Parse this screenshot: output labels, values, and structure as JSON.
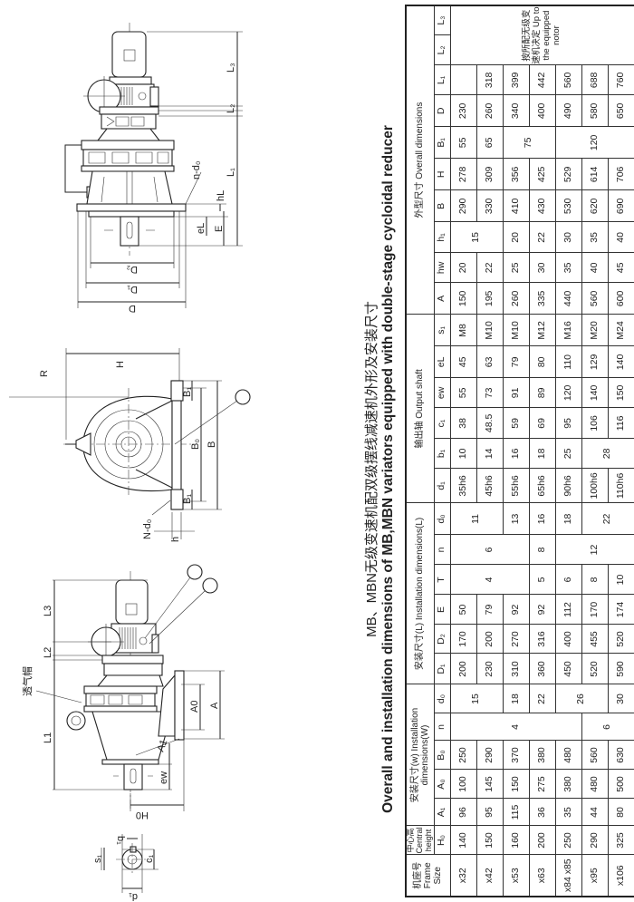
{
  "title": {
    "cn": "MB、MBN无级变速机配双级摆线减速机外形及安装尺寸",
    "en": "Overall and installation dimensions of MB,MBN variators equipped with double-stage cycloidal reducer"
  },
  "drawings": {
    "front_view": {
      "L3": "L₃",
      "L2": "L₂",
      "L1": "L₁",
      "hL": "hL",
      "E": "E",
      "eL": "eL",
      "nd0": "n-d₀",
      "D2": "D₂",
      "D1": "D₁",
      "D": "D"
    },
    "side_view": {
      "H": "H",
      "R": "R",
      "B1a": "B₁",
      "B0": "B₀",
      "B": "B",
      "B1b": "B₁",
      "Nd0": "N-d₀",
      "h": "h"
    },
    "horizontal_view": {
      "L3": "L3",
      "L2": "L2",
      "L1": "L1",
      "A0": "A0",
      "A": "A",
      "A1": "A1",
      "ew": "ew",
      "H0": "H0",
      "breather": "透气帽"
    },
    "shaft_section": {
      "s1": "s₁",
      "b1": "b₁",
      "c1": "c₁",
      "d1": "d₁"
    }
  },
  "table": {
    "groups": {
      "frame": "机座号 Frame Size",
      "central": "中心高 Central height",
      "install_w": "安装尺寸(w) Installation dimensions(W)",
      "install_l": "安装尺寸(L) Installation dimensions(L)",
      "output": "输出轴 Output shaft",
      "overall": "外型尺寸 Overall dimensions"
    },
    "columns": [
      "H₀",
      "A₁",
      "A₀",
      "B₀",
      "n",
      "d₀",
      "D₁",
      "D₂",
      "E",
      "T",
      "n",
      "d₀",
      "d₁",
      "b₁",
      "c₁",
      "ew",
      "eL",
      "s₁",
      "A",
      "hw",
      "h₁",
      "B",
      "H",
      "B₁",
      "D",
      "L₁",
      "L₂",
      "L₃"
    ],
    "rows": [
      {
        "cells": [
          "x32",
          "140",
          "96",
          "100",
          "250",
          {
            "v": "4",
            "rs": 5
          },
          {
            "v": "15",
            "rs": 2
          },
          "200",
          "170",
          "50",
          {
            "v": "4",
            "rs": 3
          },
          {
            "v": "6",
            "rs": 3
          },
          {
            "v": "11",
            "rs": 2
          },
          "35h6",
          "10",
          "38",
          "55",
          "45",
          "M8",
          "150",
          "20",
          {
            "v": "15",
            "rs": 2
          },
          "290",
          "278",
          "55",
          "230",
          "",
          {
            "v": "按所配无级变速机决定 Up to the equipped notor",
            "rs": 7,
            "cs": 2
          }
        ]
      },
      {
        "cells": [
          "x42",
          "150",
          "95",
          "145",
          "290",
          "230",
          "200",
          "79",
          "45h6",
          "14",
          "48.5",
          "73",
          "63",
          "M10",
          "195",
          "22",
          "330",
          "309",
          "65",
          "260",
          "318"
        ]
      },
      {
        "cells": [
          "x53",
          "160",
          "115",
          "150",
          "370",
          "18",
          "310",
          "270",
          "92",
          "13",
          "55h6",
          "16",
          "59",
          "91",
          "79",
          "M10",
          "260",
          "25",
          "20",
          "410",
          "356",
          {
            "v": "75",
            "rs": 2
          },
          "340",
          "399"
        ]
      },
      {
        "cells": [
          "x63",
          "200",
          "36",
          "275",
          "380",
          "22",
          "360",
          "316",
          "92",
          "5",
          "8",
          "16",
          "65h6",
          "18",
          "69",
          "89",
          "80",
          "M12",
          "335",
          "30",
          "22",
          "430",
          "425",
          "400",
          "442"
        ]
      },
      {
        "cells": [
          "x84 x85",
          "250",
          "35",
          "380",
          "480",
          {
            "v": "26",
            "rs": 2
          },
          "450",
          "400",
          "112",
          "6",
          {
            "v": "12",
            "rs": 3
          },
          "18",
          "90h6",
          "25",
          "95",
          "120",
          "110",
          "M16",
          "440",
          "35",
          "30",
          "530",
          "529",
          {
            "v": "120",
            "rs": 3
          },
          "490",
          "560"
        ]
      },
      {
        "cells": [
          "x95",
          "290",
          "44",
          "480",
          "560",
          {
            "v": "6",
            "rs": 2
          },
          "520",
          "455",
          "170",
          "8",
          {
            "v": "22",
            "rs": 2
          },
          "100h6",
          {
            "v": "28",
            "rs": 2
          },
          "106",
          "140",
          "129",
          "M20",
          "560",
          "40",
          "35",
          "620",
          "614",
          "580",
          "688"
        ]
      },
      {
        "cells": [
          "x106",
          "325",
          "80",
          "500",
          "630",
          "30",
          "590",
          "520",
          "174",
          "10",
          "110h6",
          "116",
          "150",
          "140",
          "M24",
          "600",
          "45",
          "40",
          "690",
          "706",
          "650",
          "760"
        ]
      }
    ]
  }
}
